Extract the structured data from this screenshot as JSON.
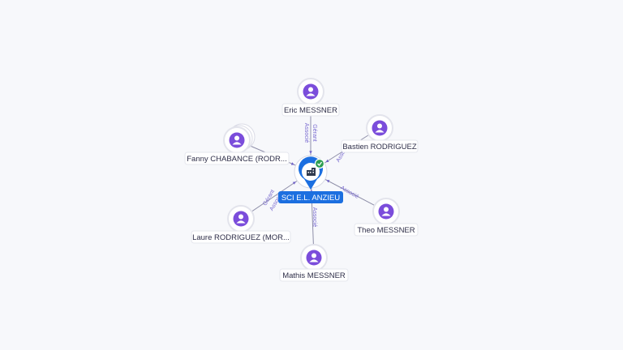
{
  "center": {
    "label": "SCI E.L. ANZIEU",
    "icon": "building-icon",
    "status_icon": "check-badge-icon",
    "accent": "#1c6fe0",
    "status_color": "#2e9e52"
  },
  "people": [
    {
      "id": "eric",
      "name": "Eric MESSNER",
      "relations": [
        "Gérant",
        "Associé"
      ],
      "stacked": false
    },
    {
      "id": "bastien",
      "name": "Bastien RODRIGUEZ",
      "relations": [
        "Associé"
      ],
      "stacked": false
    },
    {
      "id": "fanny",
      "name": "Fanny CHABANCE (RODR...",
      "relations": [
        "Associé"
      ],
      "stacked": true
    },
    {
      "id": "theo",
      "name": "Theo MESSNER",
      "relations": [
        "Associé"
      ],
      "stacked": false
    },
    {
      "id": "laure",
      "name": "Laure RODRIGUEZ (MOR...",
      "relations": [
        "Gérant",
        "Associé"
      ],
      "stacked": false
    },
    {
      "id": "mathis",
      "name": "Mathis MESSNER",
      "relations": [
        "Associé"
      ],
      "stacked": false
    }
  ],
  "colors": {
    "avatar": "#7b4ddb",
    "edge_label": "#7a6bd0",
    "background": "#f7f8fb"
  }
}
